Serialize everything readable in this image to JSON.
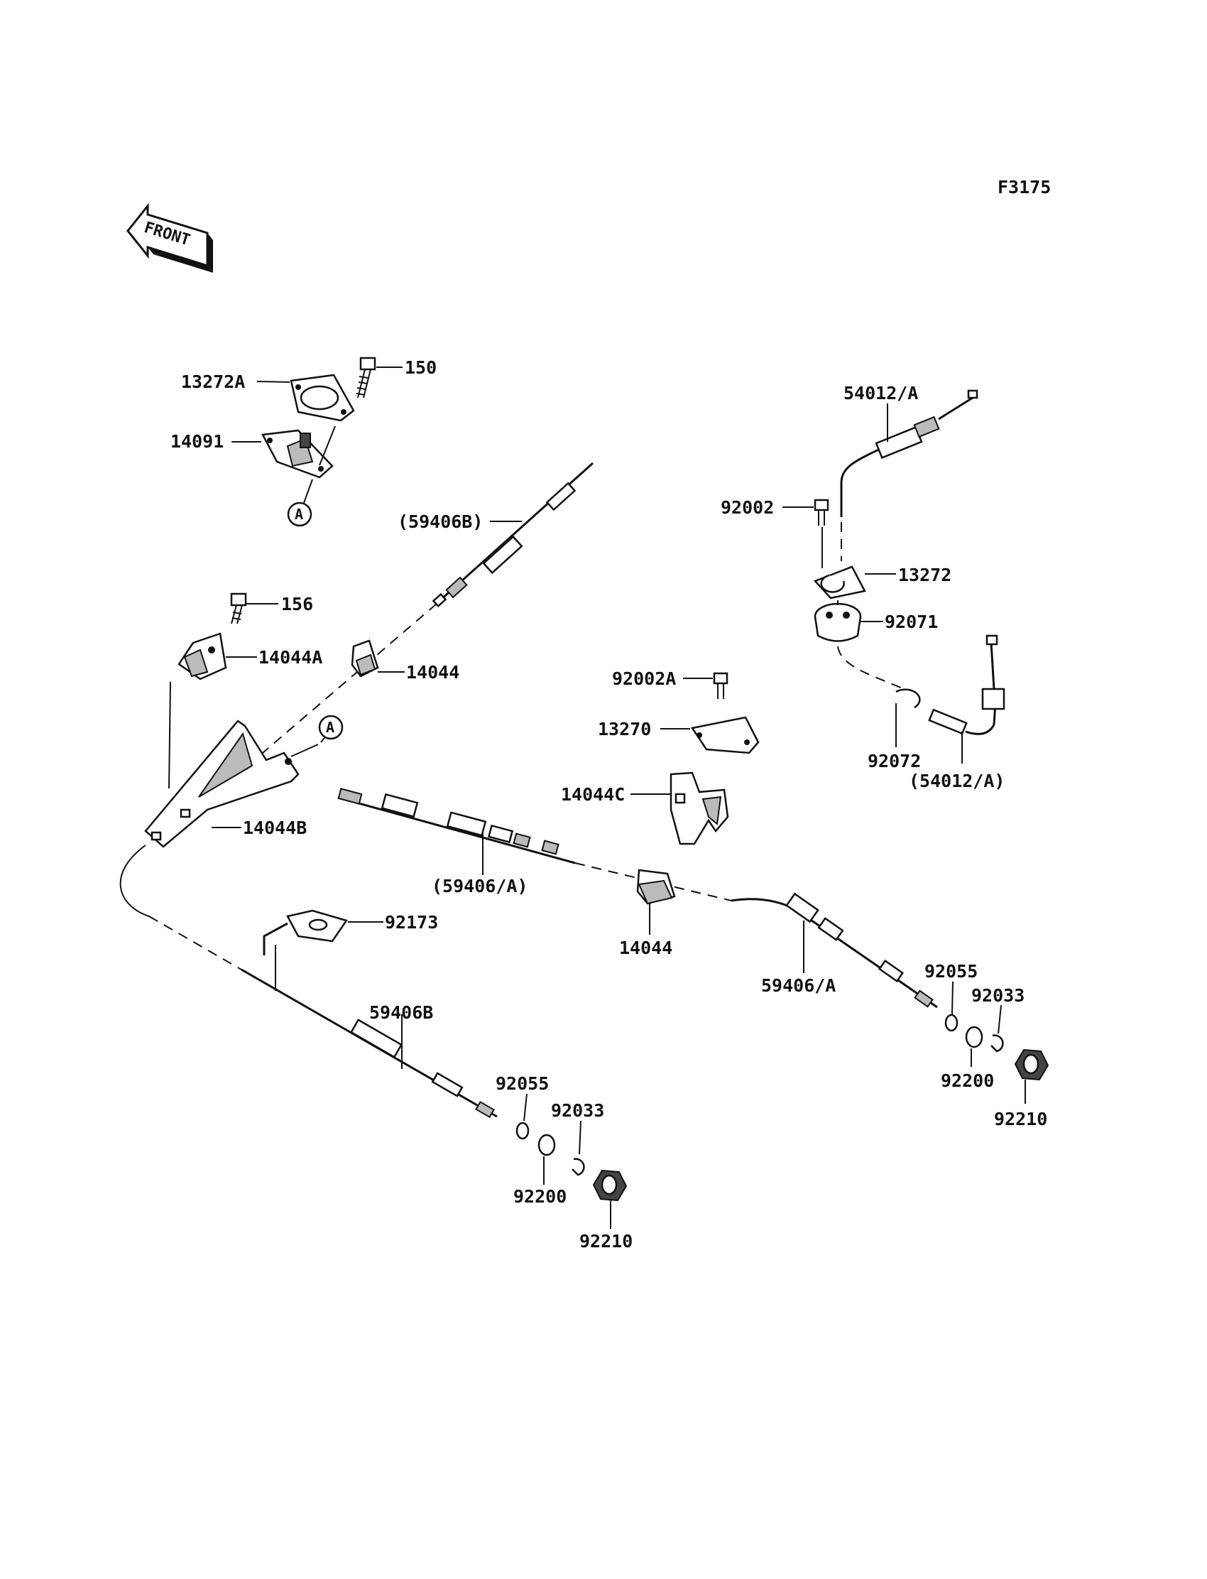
{
  "diagram_code": "F3175",
  "front_label": "FRONT",
  "ref_marker": "A",
  "labels": {
    "p13272A": "13272A",
    "p150": "150",
    "p14091": "14091",
    "p59406B_paren": "(59406B)",
    "p156": "156",
    "p14044A": "14044A",
    "p14044_upper": "14044",
    "p14044B": "14044B",
    "p59406A_paren": "(59406/A)",
    "p92173": "92173",
    "p59406B": "59406B",
    "p92055_left": "92055",
    "p92033_left": "92033",
    "p92200_left": "92200",
    "p92210_left": "92210",
    "p54012A": "54012/A",
    "p92002": "92002",
    "p13272": "13272",
    "p92071": "92071",
    "p92072": "92072",
    "p54012A_paren": "(54012/A)",
    "p92002A": "92002A",
    "p13270": "13270",
    "p14044C": "14044C",
    "p14044_lower": "14044",
    "p59406A": "59406/A",
    "p92055_right": "92055",
    "p92033_right": "92033",
    "p92200_right": "92200",
    "p92210_right": "92210"
  }
}
